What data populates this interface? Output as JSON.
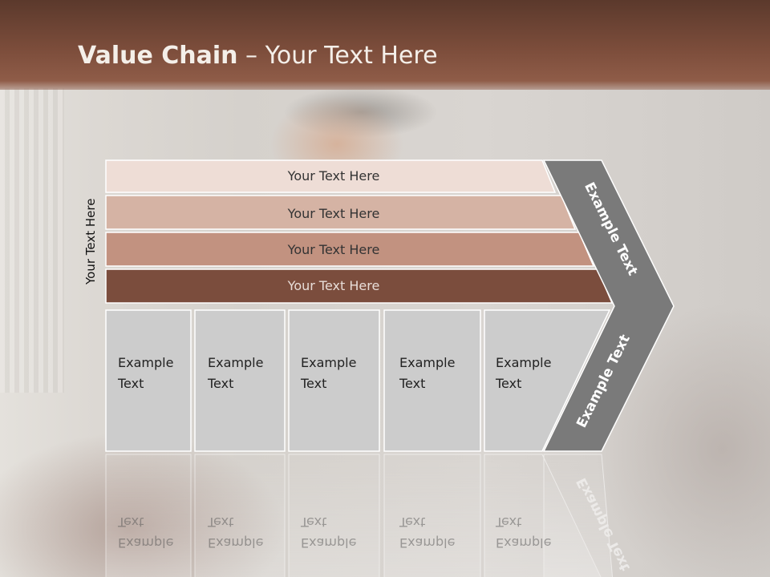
{
  "slide": {
    "title_bold": "Value Chain",
    "title_rest": " – Your Text Here",
    "side_label": "Your Text Here"
  },
  "bars": [
    {
      "label": "Your Text Here",
      "color": "#eeddd6"
    },
    {
      "label": "Your Text Here",
      "color": "#d5b3a4"
    },
    {
      "label": "Your Text Here",
      "color": "#c29280"
    },
    {
      "label": "Your Text Here",
      "color": "#7b4d3d"
    }
  ],
  "boxes": [
    {
      "line1": "Example",
      "line2": "Text"
    },
    {
      "line1": "Example",
      "line2": "Text"
    },
    {
      "line1": "Example",
      "line2": "Text"
    },
    {
      "line1": "Example",
      "line2": "Text"
    },
    {
      "line1": "Example",
      "line2": "Text"
    }
  ],
  "arrow": {
    "upper_label": "Example Text",
    "lower_label": "Example Text",
    "color": "#7a7a7a"
  },
  "box_color": "#cccccc"
}
